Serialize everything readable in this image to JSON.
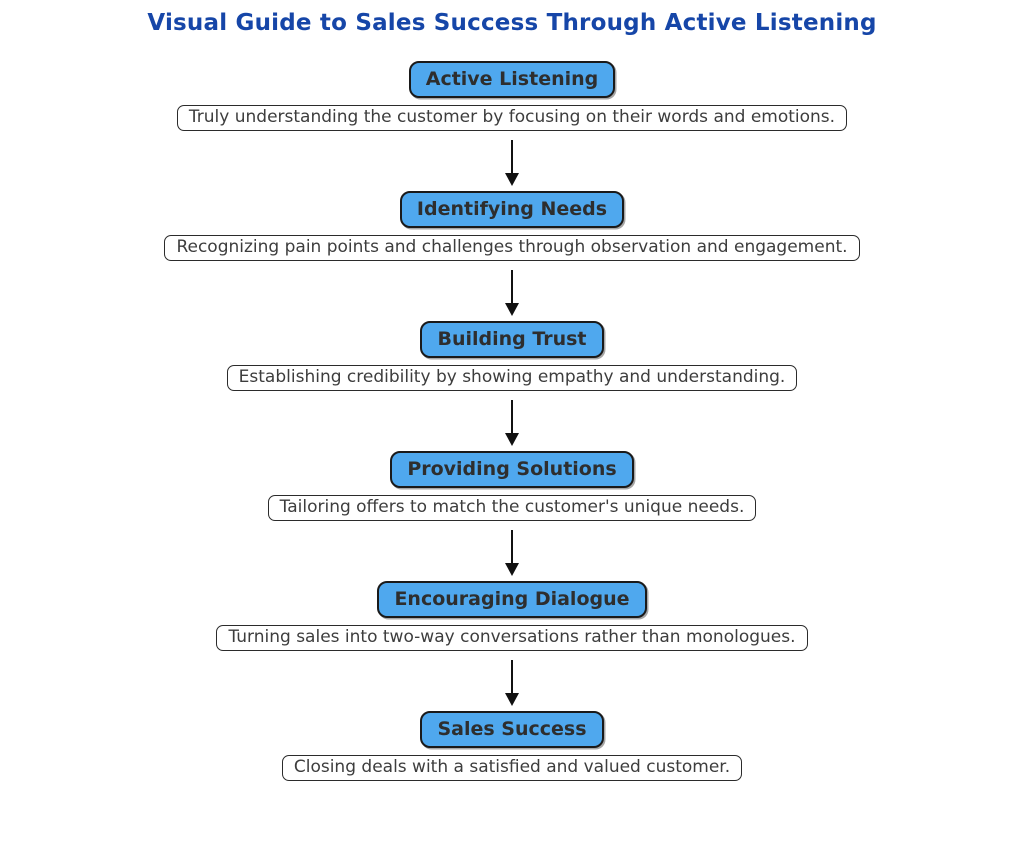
{
  "title": "Visual Guide to Sales Success Through Active Listening",
  "colors": {
    "title": "#1646A8",
    "node_fill": "#4FA8EE",
    "node_border": "#1a1a1a",
    "node_text": "#2e2e2e",
    "desc_border": "#2b2b2b",
    "desc_text": "#3d3d3d",
    "arrow": "#111111",
    "background": "#ffffff"
  },
  "icons": {
    "arrow": "down-arrow-icon"
  },
  "steps": [
    {
      "label": "Active Listening",
      "description": "Truly understanding the customer by focusing on their words and emotions."
    },
    {
      "label": "Identifying Needs",
      "description": "Recognizing pain points and challenges through observation and engagement."
    },
    {
      "label": "Building Trust",
      "description": "Establishing credibility by showing empathy and understanding."
    },
    {
      "label": "Providing Solutions",
      "description": "Tailoring offers to match the customer's unique needs."
    },
    {
      "label": "Encouraging Dialogue",
      "description": "Turning sales into two-way conversations rather than monologues."
    },
    {
      "label": "Sales Success",
      "description": "Closing deals with a satisfied and valued customer."
    }
  ]
}
